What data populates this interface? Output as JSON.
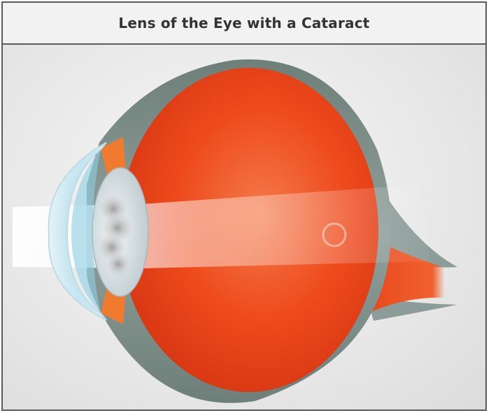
{
  "diagram": {
    "title": "Lens of the Eye with a Cataract",
    "colors": {
      "frame_border": "#5a5a5a",
      "title_bg": "#f2f2f2",
      "title_text": "#333333",
      "sclera": "#7c8d88",
      "vitreous": "#ee4a1c",
      "vitreous_dark": "#d63612",
      "iris": "#f07a2e",
      "cornea": "#bfe3ee",
      "lens": "#d8e2e6",
      "cataract": "#b9b9b9",
      "light_beam": "#ffffff"
    },
    "parts": [
      "light-beam",
      "cornea",
      "iris",
      "lens",
      "cataract",
      "vitreous-body",
      "sclera",
      "optic-nerve",
      "macula-spot"
    ]
  }
}
